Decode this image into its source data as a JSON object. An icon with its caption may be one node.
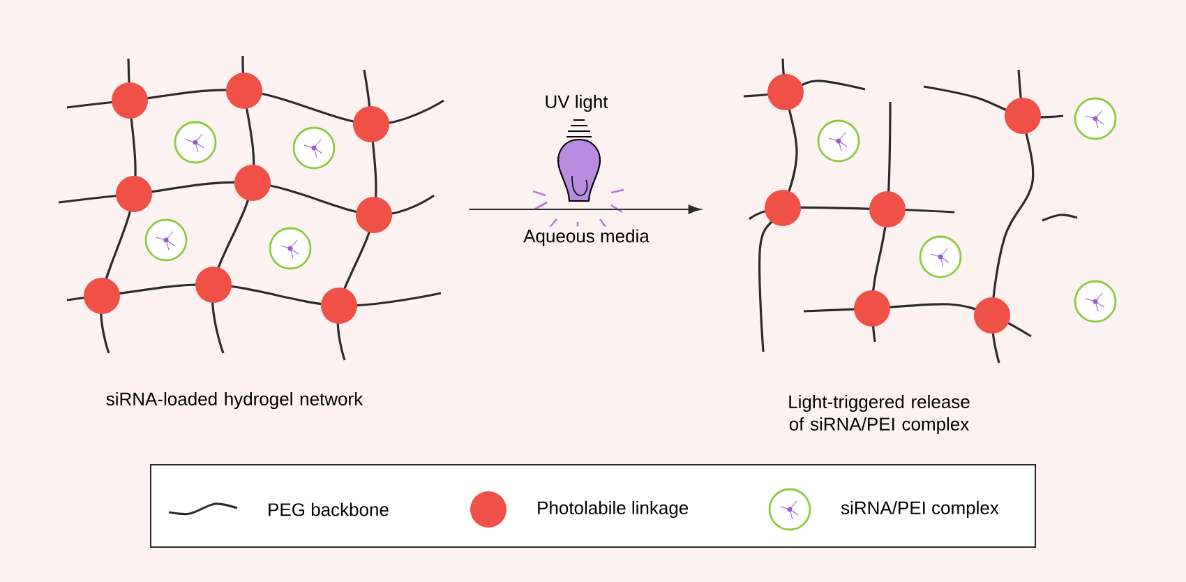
{
  "diagram": {
    "nodes": [
      {
        "text": [],
        "shape": "picture",
        "beside": [
          "siRNA-loaded hydrogel network"
        ]
      },
      {
        "text": [],
        "shape": "picture",
        "beside": [
          "Light-triggered release of siRNA/PEI complex"
        ]
      }
    ],
    "edges": [
      {
        "from": 0,
        "to": 1,
        "arrow": "to",
        "label": "Aqueous media"
      }
    ],
    "labels": [
      "UV light"
    ],
    "legend": [
      {
        "text": "PEG backbone"
      },
      {
        "text": "Photolabile linkage",
        "color": "#f05146"
      },
      {
        "text": "siRNA/PEI complex"
      }
    ]
  }
}
